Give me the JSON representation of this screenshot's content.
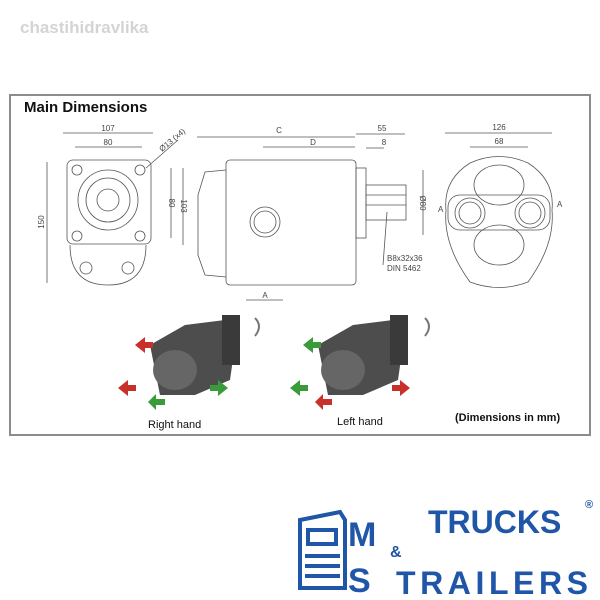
{
  "watermark": "chastihidravlika",
  "diagram": {
    "title": "Main Dimensions",
    "front_view": {
      "width_outer": "107",
      "width_bolt": "80",
      "height_total": "150",
      "height_bolt": "80",
      "height_flange": "103",
      "hole": "Ø13 (x4)"
    },
    "side_view": {
      "length_c": "C",
      "length_d": "D",
      "shaft_length": "55",
      "shaft_step": "8",
      "shaft_dia": "Ø80",
      "spline_line1": "B8x32x36",
      "spline_line2": "DIN 5462",
      "port_offset": "A"
    },
    "rear_view": {
      "width_outer": "126",
      "port_spacing": "68",
      "port_label_left": "A",
      "port_label_right": "A"
    },
    "captions": {
      "right_hand": "Right hand",
      "left_hand": "Left hand",
      "units": "(Dimensions in mm)"
    }
  },
  "logo": {
    "m": "M",
    "s": "S",
    "trucks": "TRUCKS",
    "amp": "&",
    "trailers": "TRAILERS",
    "registered": "®",
    "brand_color": "#1f56a8"
  }
}
